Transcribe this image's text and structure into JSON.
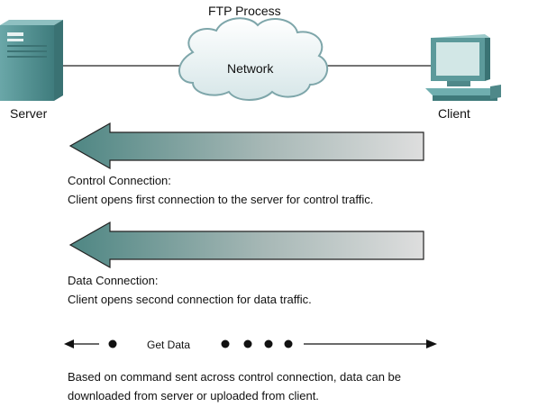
{
  "diagram": {
    "title": "FTP Process",
    "nodes": {
      "server": {
        "label": "Server"
      },
      "network": {
        "label": "Network"
      },
      "client": {
        "label": "Client"
      }
    },
    "control_connection": {
      "heading": "Control Connection:",
      "description": "Client opens first connection to the server for control traffic."
    },
    "data_connection": {
      "heading": "Data Connection:",
      "description": "Client opens second connection for data traffic."
    },
    "data_transfer": {
      "label": "Get Data",
      "description_line1": "Based on command sent across control connection, data can be",
      "description_line2": "downloaded from server or uploaded from client."
    },
    "colors": {
      "arrow_dark": "#5a8f8c",
      "arrow_light": "#dcdcdc",
      "device_teal": "#4f8f90",
      "cloud_fill": "#ffffff",
      "cloud_stroke": "#6f9aa0"
    }
  }
}
